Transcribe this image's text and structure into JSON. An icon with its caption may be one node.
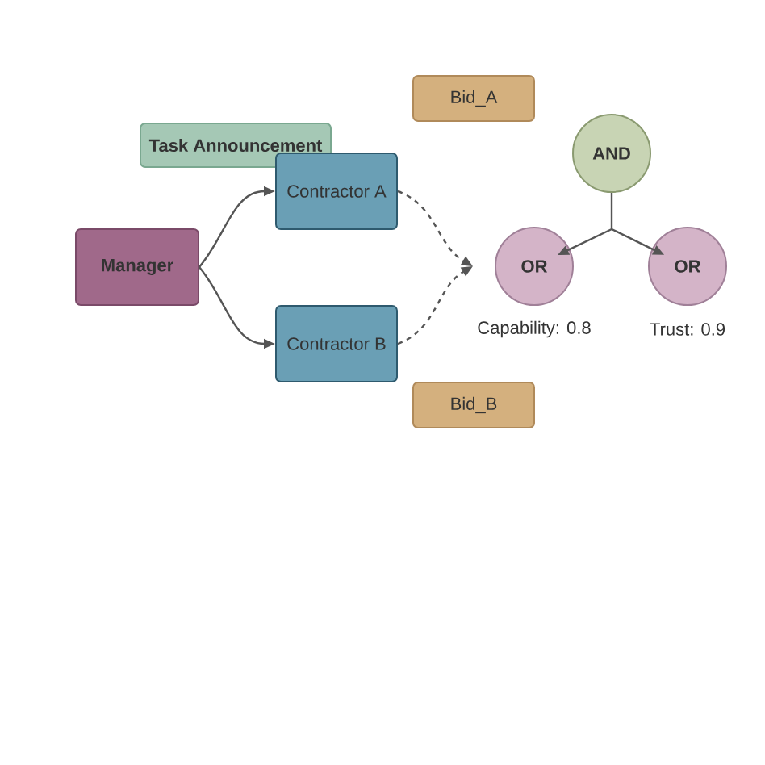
{
  "diagram": {
    "nodes": [
      {
        "text": [
          "Task Announcement"
        ]
      },
      {
        "text": [
          "Bid_A"
        ]
      },
      {
        "text": [
          "Manager"
        ]
      },
      {
        "text": [
          "Contractor A"
        ]
      },
      {
        "text": [
          "Contractor B"
        ]
      },
      {
        "text": [
          "Bid_B"
        ]
      },
      {
        "text": [
          "AND"
        ]
      },
      {
        "text": [
          "OR"
        ],
        "beside": [
          "Capability: 0.8"
        ]
      },
      {
        "text": [
          "OR"
        ],
        "beside": [
          "Trust: 0.9"
        ]
      }
    ],
    "edges": [
      {
        "from": 2,
        "to": 3,
        "arrow": "to"
      },
      {
        "from": 2,
        "to": 4,
        "arrow": "to"
      },
      {
        "from": 3,
        "to": null,
        "arrow": "to",
        "style": "dashed"
      },
      {
        "from": 4,
        "to": null,
        "arrow": "to",
        "style": "dashed"
      },
      {
        "from": 6,
        "to": 7,
        "arrow": "to"
      },
      {
        "from": 6,
        "to": 8,
        "arrow": "to"
      }
    ]
  }
}
